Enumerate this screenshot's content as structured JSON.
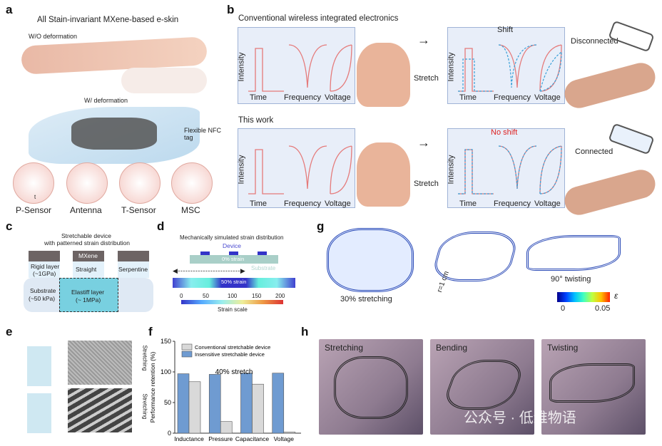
{
  "panel_a": {
    "label": "a",
    "title": "All Stain-invariant MXene-based e-skin",
    "wo": "W/O deformation",
    "w": "W/ deformation",
    "nfc": "Flexible NFC tag",
    "sensors": [
      "P-Sensor",
      "Antenna",
      "T-Sensor",
      "MSC"
    ],
    "t_axis": "t"
  },
  "panel_b": {
    "label": "b",
    "conv_title": "Conventional wireless integrated electronics",
    "this_work": "This work",
    "stretch": "Stretch",
    "shift": "Shift",
    "no_shift": "No shift",
    "disconnected": "Disconnected",
    "connected": "Connected",
    "ylabel": "Intensity",
    "xlabels": [
      "Time",
      "Frequency",
      "Voltage"
    ]
  },
  "panel_c": {
    "label": "c",
    "title1": "Stretchable device",
    "title2": "with patterned strain distribution",
    "mxene": "MXene",
    "rigid": "Rigid layer",
    "rigid_mod": "(~1GPa)",
    "straight": "Straight",
    "serpentine": "Serpentine",
    "substrate": "Substrate",
    "substrate_mod": "(~50 kPa)",
    "elastiff": "Elastiff layer",
    "elastiff_mod": "(~ 1MPa)"
  },
  "panel_d": {
    "label": "d",
    "title": "Mechanically simulated strain distribution",
    "device": "Device",
    "zero": "0% strain",
    "substrate": "Substrate",
    "fifty": "50% strain",
    "ticks": [
      "0",
      "50",
      "100",
      "150",
      "200"
    ],
    "scale": "Strain scale"
  },
  "panel_e": {
    "label": "e",
    "stretching": "Stretching"
  },
  "panel_f": {
    "label": "f"
  },
  "chart_data": {
    "type": "bar",
    "title": "40% stretch",
    "categories": [
      "Inductance",
      "Pressure",
      "Capacitance",
      "Voltage"
    ],
    "ylabel": "Performance retention (%)",
    "ylim": [
      0,
      150
    ],
    "yticks": [
      "0",
      "50",
      "100",
      "150"
    ],
    "legend_position": "top-left",
    "series": [
      {
        "name": "Insensitive stretchable device",
        "color": "#6f9bd1",
        "values": [
          97,
          96,
          98,
          98
        ]
      },
      {
        "name": "Conventional stretchable device",
        "color": "#d9d9d9",
        "values": [
          84,
          19,
          80,
          2
        ]
      }
    ]
  },
  "panel_g": {
    "label": "g",
    "stretching": "30% stretching",
    "radius": "r=1 cm",
    "twisting": "90° twisting",
    "cbar_min": "0",
    "cbar_max": "0.05",
    "cbar_sym": "ε"
  },
  "panel_h": {
    "label": "h",
    "photos": [
      "Stretching",
      "Bending",
      "Twisting"
    ]
  },
  "watermark": "公众号 · 低维物语"
}
